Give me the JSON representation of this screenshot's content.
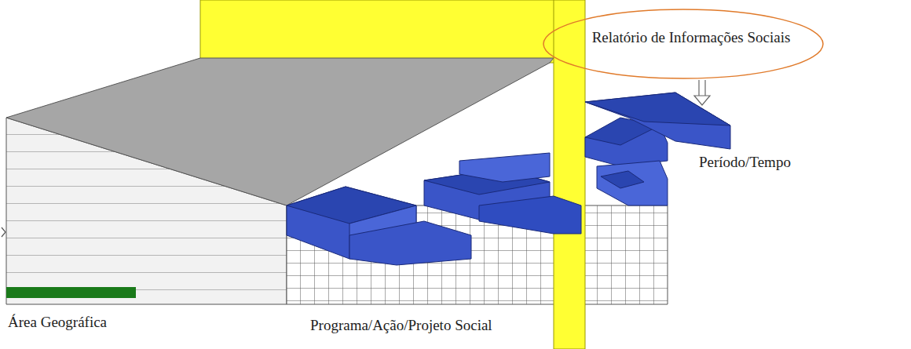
{
  "diagram": {
    "nodes": [
      {
        "text": [
          "Relatório de Informações Sociais"
        ]
      }
    ],
    "labels": [
      "Período/Tempo",
      "Área Geográfica",
      "Programa/Ação/Projeto Social"
    ]
  }
}
